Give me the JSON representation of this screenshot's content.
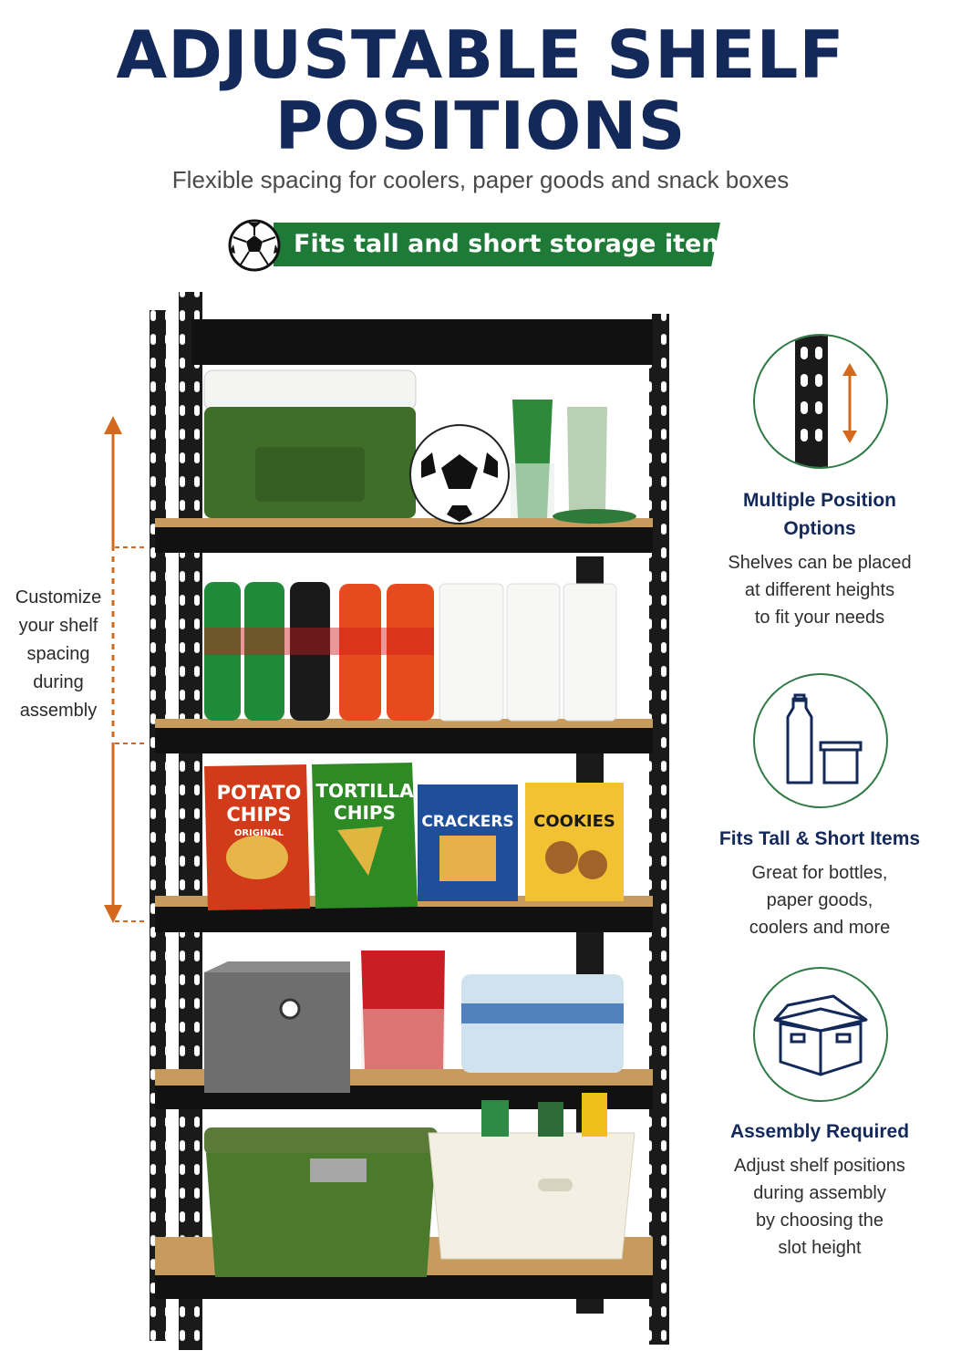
{
  "header": {
    "title_line1": "ADJUSTABLE SHELF",
    "title_line2": "POSITIONS",
    "subtitle": "Flexible spacing for coolers, paper goods and snack boxes",
    "banner": "Fits tall and short storage items"
  },
  "left_note": {
    "lines": [
      "Customize",
      "your shelf",
      "spacing",
      "during",
      "assembly"
    ]
  },
  "product_labels": {
    "potato_chips": [
      "POTATO",
      "CHIPS",
      "ORIGINAL"
    ],
    "tortilla_chips": [
      "TORTILLA",
      "CHIPS"
    ],
    "crackers": "CRACKERS",
    "cookies": "COOKIES"
  },
  "features": [
    {
      "title_lines": [
        "Multiple Position",
        "Options"
      ],
      "desc_lines": [
        "Shelves can be placed",
        "at different heights",
        "to fit your needs"
      ],
      "icon": "slotted-upright-arrow-icon"
    },
    {
      "title_lines": [
        "Fits Tall & Short Items"
      ],
      "desc_lines": [
        "Great for bottles,",
        "paper goods,",
        "coolers and more"
      ],
      "icon": "bottle-and-container-icon"
    },
    {
      "title_lines": [
        "Assembly Required"
      ],
      "desc_lines": [
        "Adjust shelf positions",
        "during assembly",
        "by choosing the",
        "slot height"
      ],
      "icon": "box-icon"
    }
  ],
  "colors": {
    "title": "#13295a",
    "banner": "#1e7a36",
    "accent_arrow": "#d4681c",
    "icon_ring": "#2f7a45"
  }
}
